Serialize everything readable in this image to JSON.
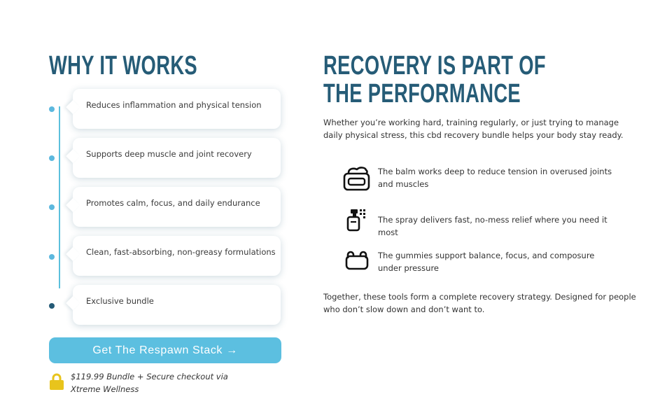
{
  "left": {
    "title": "WHY IT WORKS",
    "benefits": [
      "Reduces inflammation and physical tension",
      "Supports deep muscle and joint recovery",
      "Promotes calm, focus, and daily endurance",
      "Clean, fast-absorbing, non-greasy formulations",
      "Exclusive bundle"
    ],
    "cta_label": "Get The Respawn Stack →",
    "price_note": "$119.99 Bundle + Secure checkout via Xtreme Wellness"
  },
  "right": {
    "title": "RECOVERY IS PART OF THE PERFORMANCE",
    "intro": "Whether you’re working hard, training regularly, or just trying to manage daily physical stress, this cbd recovery bundle helps your body stay ready.",
    "features": [
      {
        "icon": "balm-jar-icon",
        "text": "The balm works deep to reduce tension in overused joints and muscles"
      },
      {
        "icon": "spray-bottle-icon",
        "text": "The spray delivers fast, no-mess relief where you need it most"
      },
      {
        "icon": "gummy-icon",
        "text": "The gummies support balance, focus, and composure under pressure"
      }
    ],
    "outro": "Together, these tools form a complete recovery strategy. Designed for people who don’t slow down and don’t want to."
  },
  "colors": {
    "heading": "#265c77",
    "accent": "#5cbfe0",
    "lock": "#e8c41c"
  }
}
